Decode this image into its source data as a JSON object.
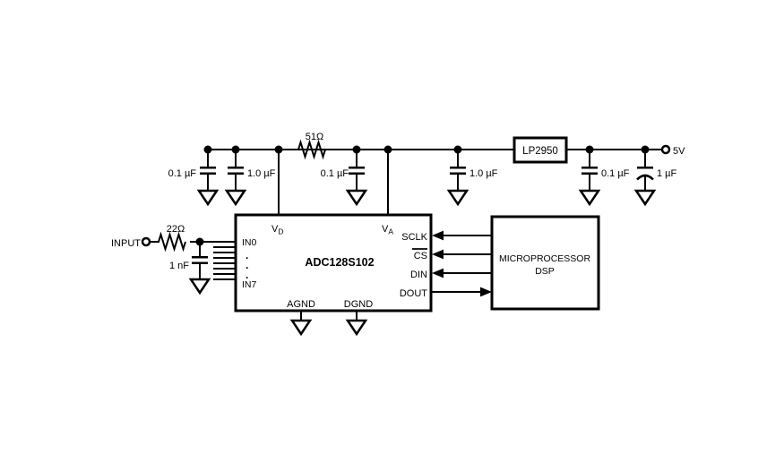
{
  "power_rail": {
    "supply_label": "5V",
    "regulator_label": "LP2950",
    "series_resistor_label": "51Ω",
    "cap1_label": "0.1 µF",
    "cap2_label": "1.0 µF",
    "cap3_label": "0.1 µF",
    "cap4_label": "1.0 µF",
    "cap5_label": "0.1 µF",
    "cap6_label": "1 µF"
  },
  "input_network": {
    "terminal_label": "INPUT",
    "resistor_label": "22Ω",
    "cap_label": "1 nF"
  },
  "adc": {
    "part_number": "ADC128S102",
    "pin_vd_base": "V",
    "pin_vd_sub": "D",
    "pin_va_base": "V",
    "pin_va_sub": "A",
    "pin_in0": "IN0",
    "pin_in7": "IN7",
    "dot": ".",
    "pin_agnd": "AGND",
    "pin_dgnd": "DGND",
    "pin_sclk": "SCLK",
    "pin_cs": "CS",
    "pin_din": "DIN",
    "pin_dout": "DOUT"
  },
  "processor": {
    "line1": "MICROPROCESSOR",
    "line2": "DSP"
  },
  "colors": {
    "ink": "#000000",
    "paper": "#ffffff"
  }
}
